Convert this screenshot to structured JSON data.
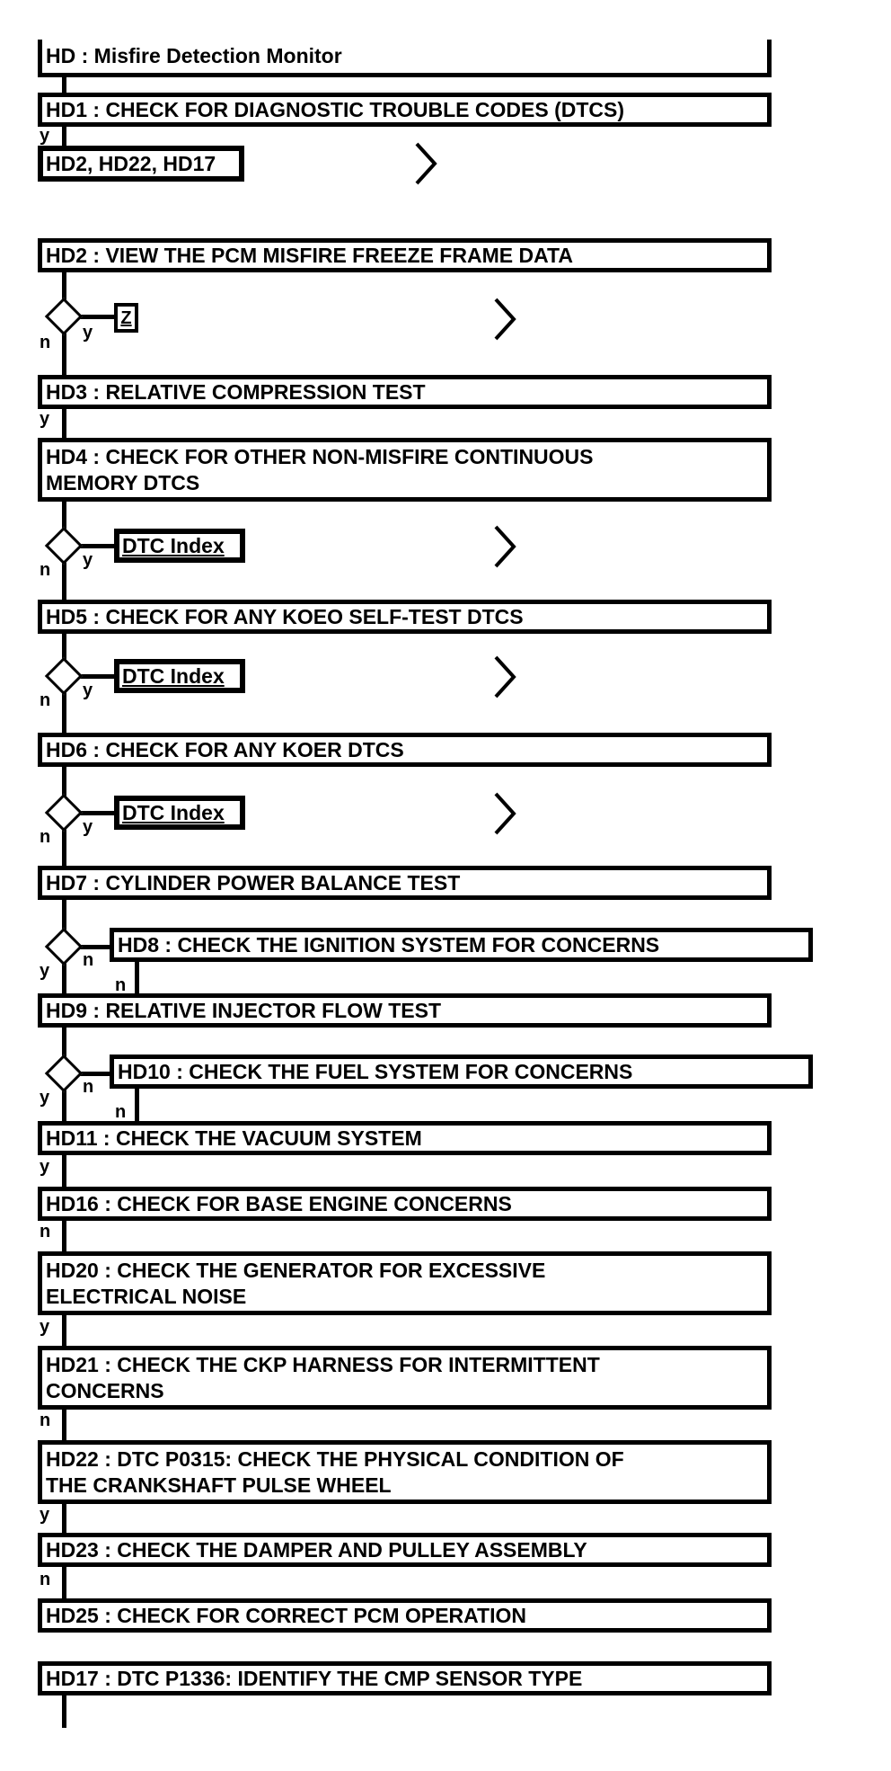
{
  "flowchart": {
    "title": "HD : Misfire Detection Monitor",
    "steps": {
      "hd1": "HD1 : CHECK FOR DIAGNOSTIC TROUBLE CODES (DTCS)",
      "hd2": "HD2 : VIEW THE PCM MISFIRE FREEZE FRAME DATA",
      "hd3": "HD3 : RELATIVE COMPRESSION TEST",
      "hd4": "HD4 : CHECK FOR OTHER NON-MISFIRE CONTINUOUS\nMEMORY DTCS",
      "hd5": "HD5 : CHECK FOR ANY KOEO SELF-TEST DTCS",
      "hd6": "HD6 : CHECK FOR ANY KOER DTCS",
      "hd7": "HD7 : CYLINDER POWER BALANCE TEST",
      "hd8": "HD8 : CHECK THE IGNITION SYSTEM FOR CONCERNS",
      "hd9": "HD9 : RELATIVE INJECTOR FLOW TEST",
      "hd10": "HD10 : CHECK THE FUEL SYSTEM FOR CONCERNS",
      "hd11": "HD11 : CHECK THE VACUUM SYSTEM",
      "hd16": "HD16 : CHECK FOR BASE ENGINE CONCERNS",
      "hd20": "HD20 : CHECK THE GENERATOR FOR EXCESSIVE\nELECTRICAL NOISE",
      "hd21": "HD21 : CHECK THE CKP HARNESS FOR INTERMITTENT\nCONCERNS",
      "hd22": "HD22 : DTC P0315: CHECK THE PHYSICAL CONDITION OF\nTHE CRANKSHAFT PULSE WHEEL",
      "hd23": "HD23 : CHECK THE DAMPER AND PULLEY ASSEMBLY",
      "hd25": "HD25 : CHECK FOR CORRECT PCM OPERATION",
      "hd17": "HD17 : DTC P1336: IDENTIFY THE CMP SENSOR TYPE"
    },
    "references": {
      "continuation": "HD2, HD22, HD17",
      "pinpoint_z": "Z",
      "dtc_index": "DTC Index"
    },
    "branch_labels": {
      "yes": "y",
      "no": "n"
    },
    "colors": {
      "line": "#000000",
      "background": "#ffffff",
      "text": "#000000"
    }
  }
}
